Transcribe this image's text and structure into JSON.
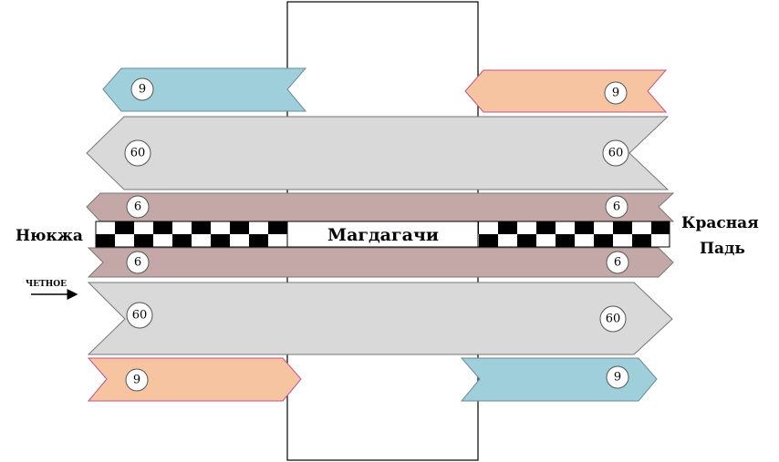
{
  "station": {
    "name": "Магдагачи"
  },
  "neighbors": {
    "left": "Нюкжа",
    "right_line1": "Красная",
    "right_line2": "Падь"
  },
  "direction_label": "ЧЕТНОЕ",
  "colors": {
    "blue": "#9ecfdb",
    "peach": "#f7c4a2",
    "grey": "#d9d9d9",
    "mauve": "#c4a8a8",
    "outline": "#777777"
  },
  "arrows": [
    {
      "id": "top-left-blue",
      "speed": "9",
      "direction": "left",
      "color": "blue"
    },
    {
      "id": "top-right-peach",
      "speed": "9",
      "direction": "left",
      "color": "peach"
    },
    {
      "id": "upper-grey",
      "speed_left": "60",
      "speed_right": "60",
      "direction": "left",
      "color": "grey"
    },
    {
      "id": "upper-mauve",
      "speed_left": "6",
      "speed_right": "6",
      "direction": "left",
      "color": "mauve"
    },
    {
      "id": "lower-mauve",
      "speed_left": "6",
      "speed_right": "6",
      "direction": "right",
      "color": "mauve"
    },
    {
      "id": "lower-grey",
      "speed_left": "60",
      "speed_right": "60",
      "direction": "right",
      "color": "grey"
    },
    {
      "id": "bottom-left-peach",
      "speed": "9",
      "direction": "right",
      "color": "peach"
    },
    {
      "id": "bottom-right-blue",
      "speed": "9",
      "direction": "right",
      "color": "blue"
    }
  ]
}
